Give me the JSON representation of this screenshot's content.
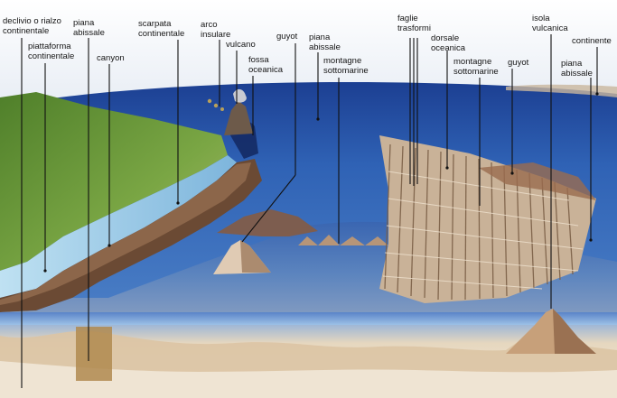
{
  "diagram": {
    "labels": {
      "declivio": "declivio o rialzo\ncontinentale",
      "piattaforma": "piattaforma\ncontinentale",
      "piana_abissale_1": "piana\nabissale",
      "canyon": "canyon",
      "scarpata": "scarpata\ncontinentale",
      "arco_insulare": "arco\ninsulare",
      "vulcano": "vulcano",
      "fossa": "fossa\noceanica",
      "guyot_1": "guyot",
      "piana_abissale_2": "piana\nabissale",
      "montagne_1": "montagne\nsottomarine",
      "faglie": "faglie\ntrasformi",
      "dorsale": "dorsale\noceanica",
      "montagne_2": "montagne\nsottomarine",
      "guyot_2": "guyot",
      "isola": "isola\nvulcanica",
      "continente": "continente",
      "piana_abissale_3": "piana\nabissale"
    },
    "colors": {
      "deep_ocean": "#1f4fa8",
      "mid_ocean": "#3f78c4",
      "shelf_water": "#8fc8e6",
      "land_green": "#6a9b3a",
      "seafloor_brown": "#8a5a3c",
      "ridge_light": "#d9c7b4",
      "cross_section": "#e8d9c2",
      "label_line": "#111111",
      "accent_bar": "#2f8fe0"
    }
  }
}
